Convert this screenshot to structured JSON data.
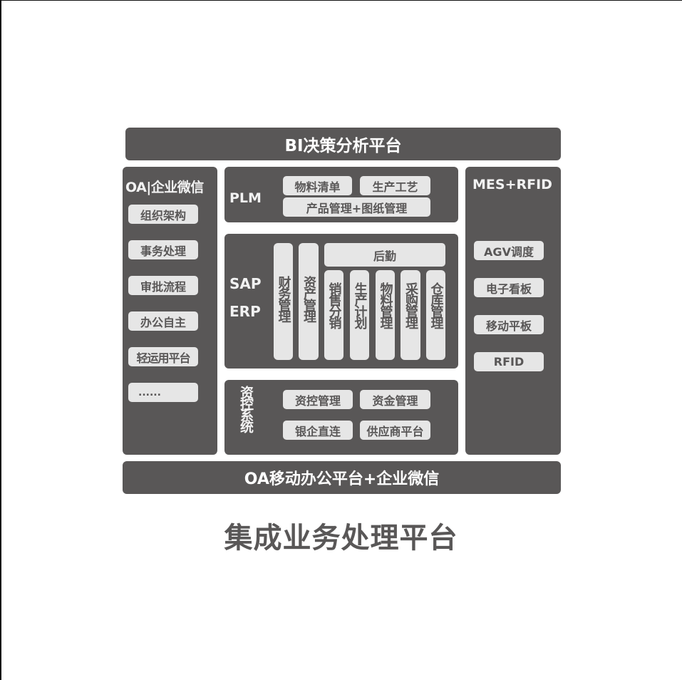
{
  "colors": {
    "panel": "#595757",
    "pill": "#e6e6e6",
    "pill_text": "#595757",
    "header_text": "#ffffff",
    "caption_text": "#595757"
  },
  "top_bar": {
    "title": "BI决策分析平台"
  },
  "left_panel": {
    "title": "OA|企业微信",
    "items": [
      {
        "label": "组织架构"
      },
      {
        "label": "事务处理"
      },
      {
        "label": "审批流程"
      },
      {
        "label": "办公自主"
      },
      {
        "label": "轻运用平台"
      },
      {
        "label": "......"
      }
    ]
  },
  "plm_panel": {
    "title": "PLM",
    "items": [
      {
        "label": "物料清单"
      },
      {
        "label": "生产工艺"
      },
      {
        "label": "产品管理+图纸管理"
      }
    ]
  },
  "erp_panel": {
    "title_line1": "SAP",
    "title_line2": "ERP",
    "columns": [
      {
        "label": "财务管理"
      },
      {
        "label": "资产管理"
      }
    ],
    "logistics": {
      "title": "后勤",
      "columns": [
        {
          "label": "销售分销"
        },
        {
          "label": "生产计划"
        },
        {
          "label": "物料管理"
        },
        {
          "label": "采购管理"
        },
        {
          "label": "仓库管理"
        }
      ]
    }
  },
  "fund_panel": {
    "title": "资控系统",
    "items": [
      {
        "label": "资控管理"
      },
      {
        "label": "资金管理"
      },
      {
        "label": "银企直连"
      },
      {
        "label": "供应商平台"
      }
    ]
  },
  "right_panel": {
    "title": "MES+RFID",
    "items": [
      {
        "label": "AGV调度"
      },
      {
        "label": "电子看板"
      },
      {
        "label": "移动平板"
      },
      {
        "label": "RFID"
      }
    ]
  },
  "bottom_bar": {
    "title": "OA移动办公平台+企业微信"
  },
  "caption": "集成业务处理平台"
}
